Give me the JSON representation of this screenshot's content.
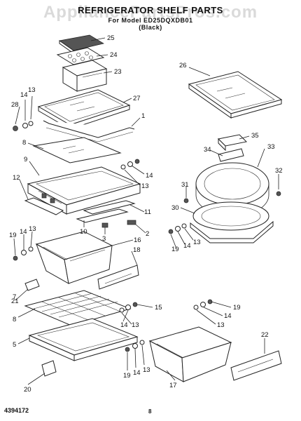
{
  "header": {
    "title": "REFRIGERATOR SHELF PARTS",
    "line2": "For Model ED25DQXDB01",
    "line3": "(Black)"
  },
  "watermark": "AppliancePartsPros.com",
  "footer": {
    "doc_number": "4394172",
    "page_number": "8"
  },
  "callouts": [
    "25",
    "24",
    "23",
    "26",
    "14",
    "13",
    "28",
    "27",
    "1",
    "8",
    "35",
    "34",
    "33",
    "9",
    "12",
    "14",
    "13",
    "32",
    "31",
    "30",
    "11",
    "2",
    "3",
    "10",
    "19",
    "14",
    "13",
    "16",
    "18",
    "19",
    "14",
    "13",
    "21",
    "7",
    "15",
    "14",
    "13",
    "19",
    "14",
    "13",
    "22",
    "8",
    "5",
    "19",
    "14",
    "13",
    "17",
    "20"
  ]
}
